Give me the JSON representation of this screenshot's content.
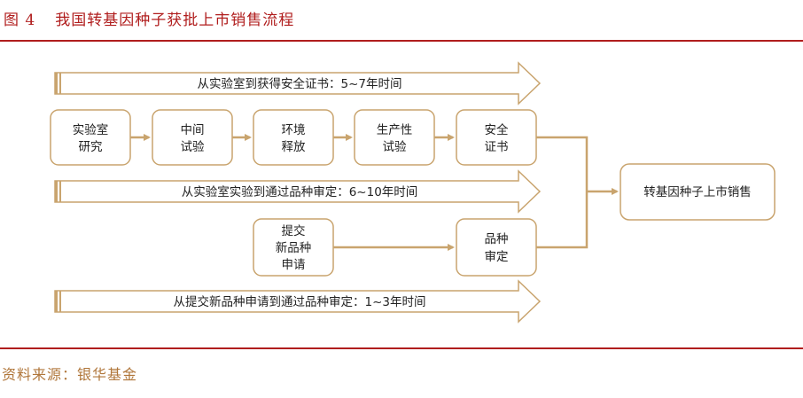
{
  "figure": {
    "number": "图 4",
    "title": "我国转基因种子获批上市销售流程"
  },
  "bands": [
    {
      "label": "从实验室到获得安全证书：5~7年时间"
    },
    {
      "label": "从实验室实验到通过品种审定：6~10年时间"
    },
    {
      "label": "从提交新品种申请到通过品种审定：1~3年时间"
    }
  ],
  "steps": [
    {
      "lines": [
        "实验室",
        "研究"
      ]
    },
    {
      "lines": [
        "中间",
        "试验"
      ]
    },
    {
      "lines": [
        "环境",
        "释放"
      ]
    },
    {
      "lines": [
        "生产性",
        "试验"
      ]
    },
    {
      "lines": [
        "安全",
        "证书"
      ]
    }
  ],
  "application": {
    "lines": [
      "提交",
      "新品种",
      "申请"
    ]
  },
  "approval": {
    "lines": [
      "品种",
      "审定"
    ]
  },
  "final": {
    "label": "转基因种子上市销售"
  },
  "source": "资料来源：银华基金",
  "colors": {
    "accent": "#b01d1d",
    "line": "#c9a46e",
    "source_text": "#b0763a"
  }
}
